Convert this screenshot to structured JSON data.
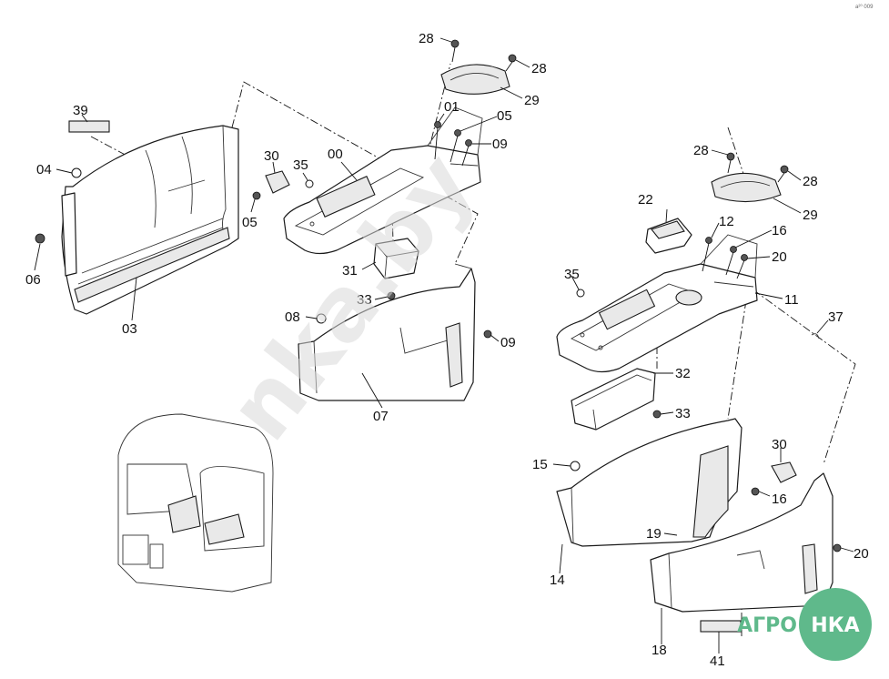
{
  "corner_note": "a²⁰ 009",
  "watermark": "nka.by",
  "logo": {
    "left_text": "АГРО",
    "right_text": "НКА",
    "green": "#5fb98b",
    "white": "#ffffff"
  },
  "callouts": [
    {
      "id": "c28a",
      "label": "28"
    },
    {
      "id": "c28b",
      "label": "28"
    },
    {
      "id": "c29a",
      "label": "29"
    },
    {
      "id": "c01",
      "label": "01"
    },
    {
      "id": "c05a",
      "label": "05"
    },
    {
      "id": "c09a",
      "label": "09"
    },
    {
      "id": "c39",
      "label": "39"
    },
    {
      "id": "c30a",
      "label": "30"
    },
    {
      "id": "c35a",
      "label": "35"
    },
    {
      "id": "c00",
      "label": "00"
    },
    {
      "id": "c04",
      "label": "04"
    },
    {
      "id": "c05b",
      "label": "05"
    },
    {
      "id": "c06",
      "label": "06"
    },
    {
      "id": "c03",
      "label": "03"
    },
    {
      "id": "c31",
      "label": "31"
    },
    {
      "id": "c33a",
      "label": "33"
    },
    {
      "id": "c08",
      "label": "08"
    },
    {
      "id": "c09b",
      "label": "09"
    },
    {
      "id": "c07",
      "label": "07"
    },
    {
      "id": "c28c",
      "label": "28"
    },
    {
      "id": "c28d",
      "label": "28"
    },
    {
      "id": "c29b",
      "label": "29"
    },
    {
      "id": "c22",
      "label": "22"
    },
    {
      "id": "c12",
      "label": "12"
    },
    {
      "id": "c16a",
      "label": "16"
    },
    {
      "id": "c20a",
      "label": "20"
    },
    {
      "id": "c35b",
      "label": "35"
    },
    {
      "id": "c11",
      "label": "11"
    },
    {
      "id": "c37",
      "label": "37"
    },
    {
      "id": "c32",
      "label": "32"
    },
    {
      "id": "c33b",
      "label": "33"
    },
    {
      "id": "c15",
      "label": "15"
    },
    {
      "id": "c30b",
      "label": "30"
    },
    {
      "id": "c16b",
      "label": "16"
    },
    {
      "id": "c19",
      "label": "19"
    },
    {
      "id": "c20b",
      "label": "20"
    },
    {
      "id": "c14",
      "label": "14"
    },
    {
      "id": "c18",
      "label": "18"
    },
    {
      "id": "c41",
      "label": "41"
    }
  ]
}
